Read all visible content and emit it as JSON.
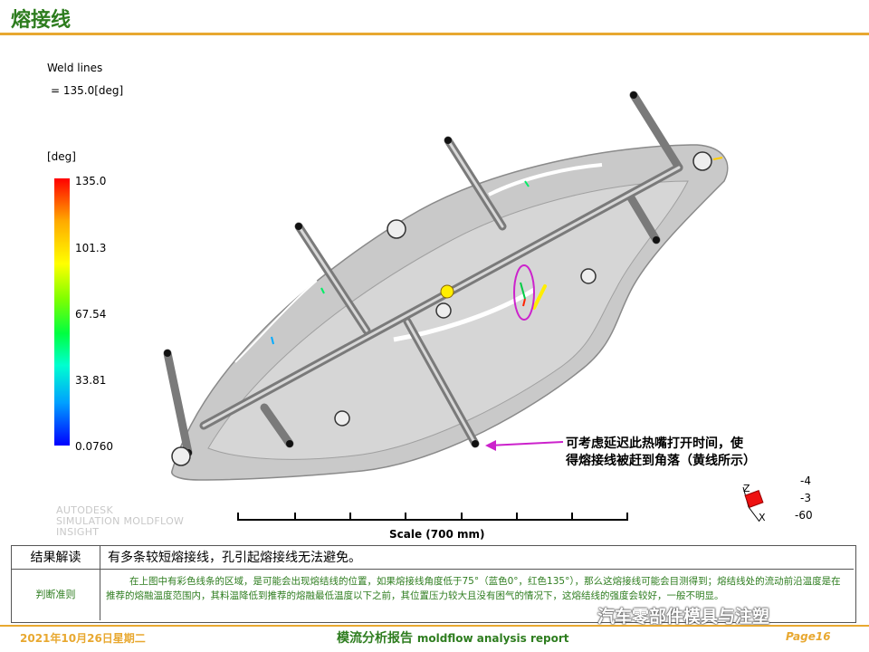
{
  "header": {
    "title": "熔接线"
  },
  "legend": {
    "title": "Weld lines",
    "subtitle": "= 135.0[deg]",
    "unit": "[deg]",
    "ticks": [
      "135.0",
      "101.3",
      "67.54",
      "33.81",
      "0.0760"
    ]
  },
  "viewer": {
    "logo_line1": "AUTODESK",
    "logo_line2": "SIMULATION MOLDFLOW",
    "logo_line3": "INSIGHT",
    "scale_label": "Scale (700 mm)",
    "annotation_line1": "可考虑延迟此热嘴打开时间，使",
    "annotation_line2": "得熔接线被赶到角落（黄线所示）",
    "axis_z": "Z",
    "axis_x": "X",
    "rot1": "-4",
    "rot2": "-3",
    "rot3": "-60"
  },
  "results": {
    "row1_label": "结果解读",
    "row1_text": "有多条较短熔接线，孔引起熔接线无法避免。",
    "row2_label": "判断准则",
    "row2_text": "在上图中有彩色线条的区域，是可能会出现熔结线的位置，如果熔接线角度低于75°（蓝色0°，红色135°），那么这熔接线可能会目测得到；熔结线处的流动前沿温度是在推荐的熔融温度范围内，其料温降低到推荐的熔融最低温度以下之前，其位置压力较大且没有困气的情况下，这熔结线的强度会较好，一般不明显。"
  },
  "footer": {
    "date": "2021年10月26日星期二",
    "center_cn": "模流分析报告",
    "center_en": "moldflow analysis report",
    "page": "Page16",
    "watermark": "汽车零部件模具与注塑"
  },
  "colors": {
    "title_green": "#2e7d1f",
    "rule_orange": "#e8a830",
    "highlight_magenta": "#cc22cc"
  }
}
